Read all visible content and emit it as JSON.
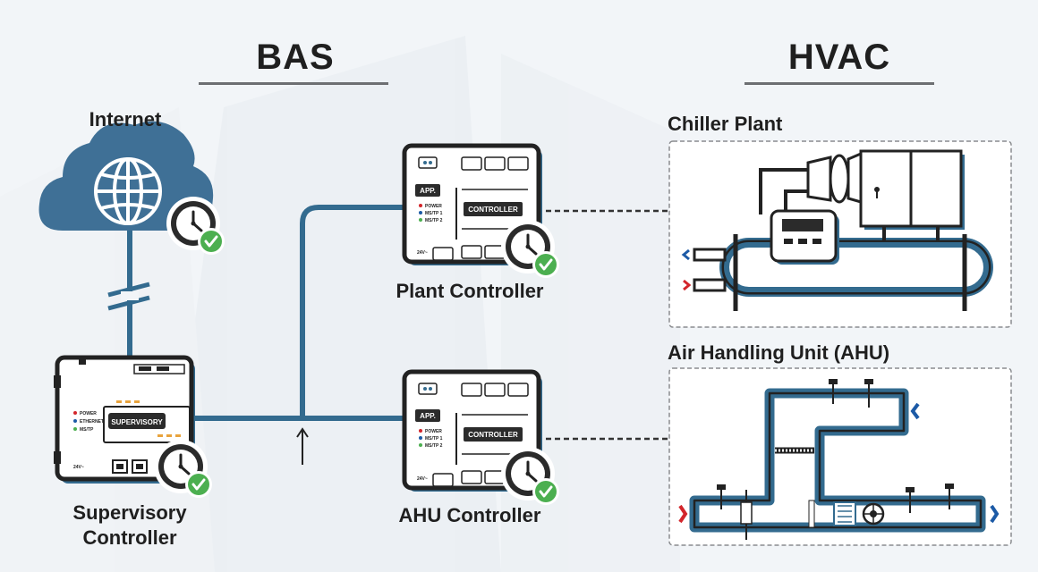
{
  "sections": {
    "bas": "BAS",
    "hvac": "HVAC"
  },
  "internet": {
    "label": "Internet"
  },
  "supervisory": {
    "label_line1": "Supervisory",
    "label_line2": "Controller",
    "screen_label": "SUPERVISORY",
    "led_labels": [
      "POWER",
      "ETHERNET",
      "MS/TP"
    ],
    "power_label": "24V~"
  },
  "plant_controller": {
    "label": "Plant Controller",
    "app_label": "APP.",
    "screen_label": "CONTROLLER",
    "led_labels": [
      "POWER",
      "MS/TP 1",
      "MS/TP 2"
    ],
    "power_label": "24V~"
  },
  "ahu_controller": {
    "label": "AHU Controller",
    "app_label": "APP.",
    "screen_label": "CONTROLLER",
    "led_labels": [
      "POWER",
      "MS/TP 1",
      "MS/TP 2"
    ],
    "power_label": "24V~"
  },
  "chiller_plant": {
    "label": "Chiller Plant"
  },
  "ahu": {
    "label": "Air Handling Unit (AHU)"
  },
  "colors": {
    "accent_blue": "#336b8f",
    "cloud_blue": "#3f7096",
    "check_green": "#4caf50",
    "outline_dark": "#222222",
    "supply_red": "#d3252b",
    "return_blue": "#1c5aa6"
  }
}
